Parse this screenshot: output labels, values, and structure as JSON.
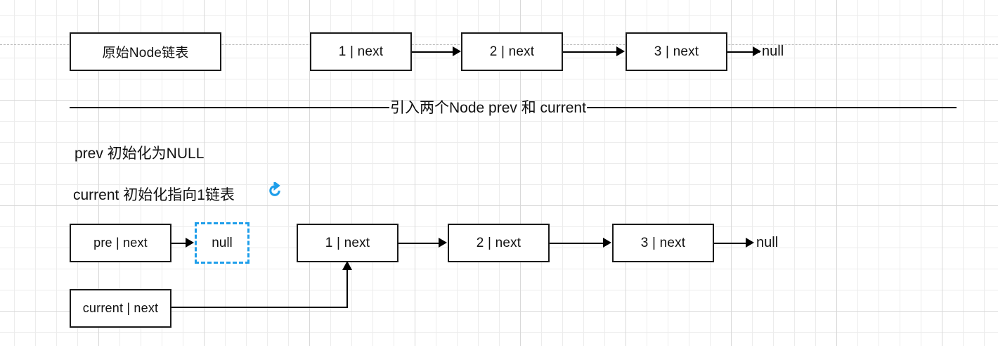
{
  "diagram": {
    "original_list": {
      "label_box": "原始Node链表",
      "nodes": [
        "1 | next",
        "2 | next",
        "3 | next"
      ],
      "terminator": "null"
    },
    "divider": {
      "caption": "引入两个Node prev 和 current"
    },
    "notes": [
      "prev 初始化为NULL",
      "current 初始化指向1链表"
    ],
    "icons": {
      "refresh": "refresh-icon"
    },
    "second_stage": {
      "prev_node": "pre | next",
      "prev_target": "null",
      "nodes": [
        "1 | next",
        "2 | next",
        "3 | next"
      ],
      "terminator": "null",
      "current_node": "current | next"
    },
    "colors": {
      "accent_blue": "#1e9eea",
      "stroke": "#1a1a1a",
      "grid_minor": "#ececec",
      "grid_major": "#d8d8d8"
    }
  }
}
